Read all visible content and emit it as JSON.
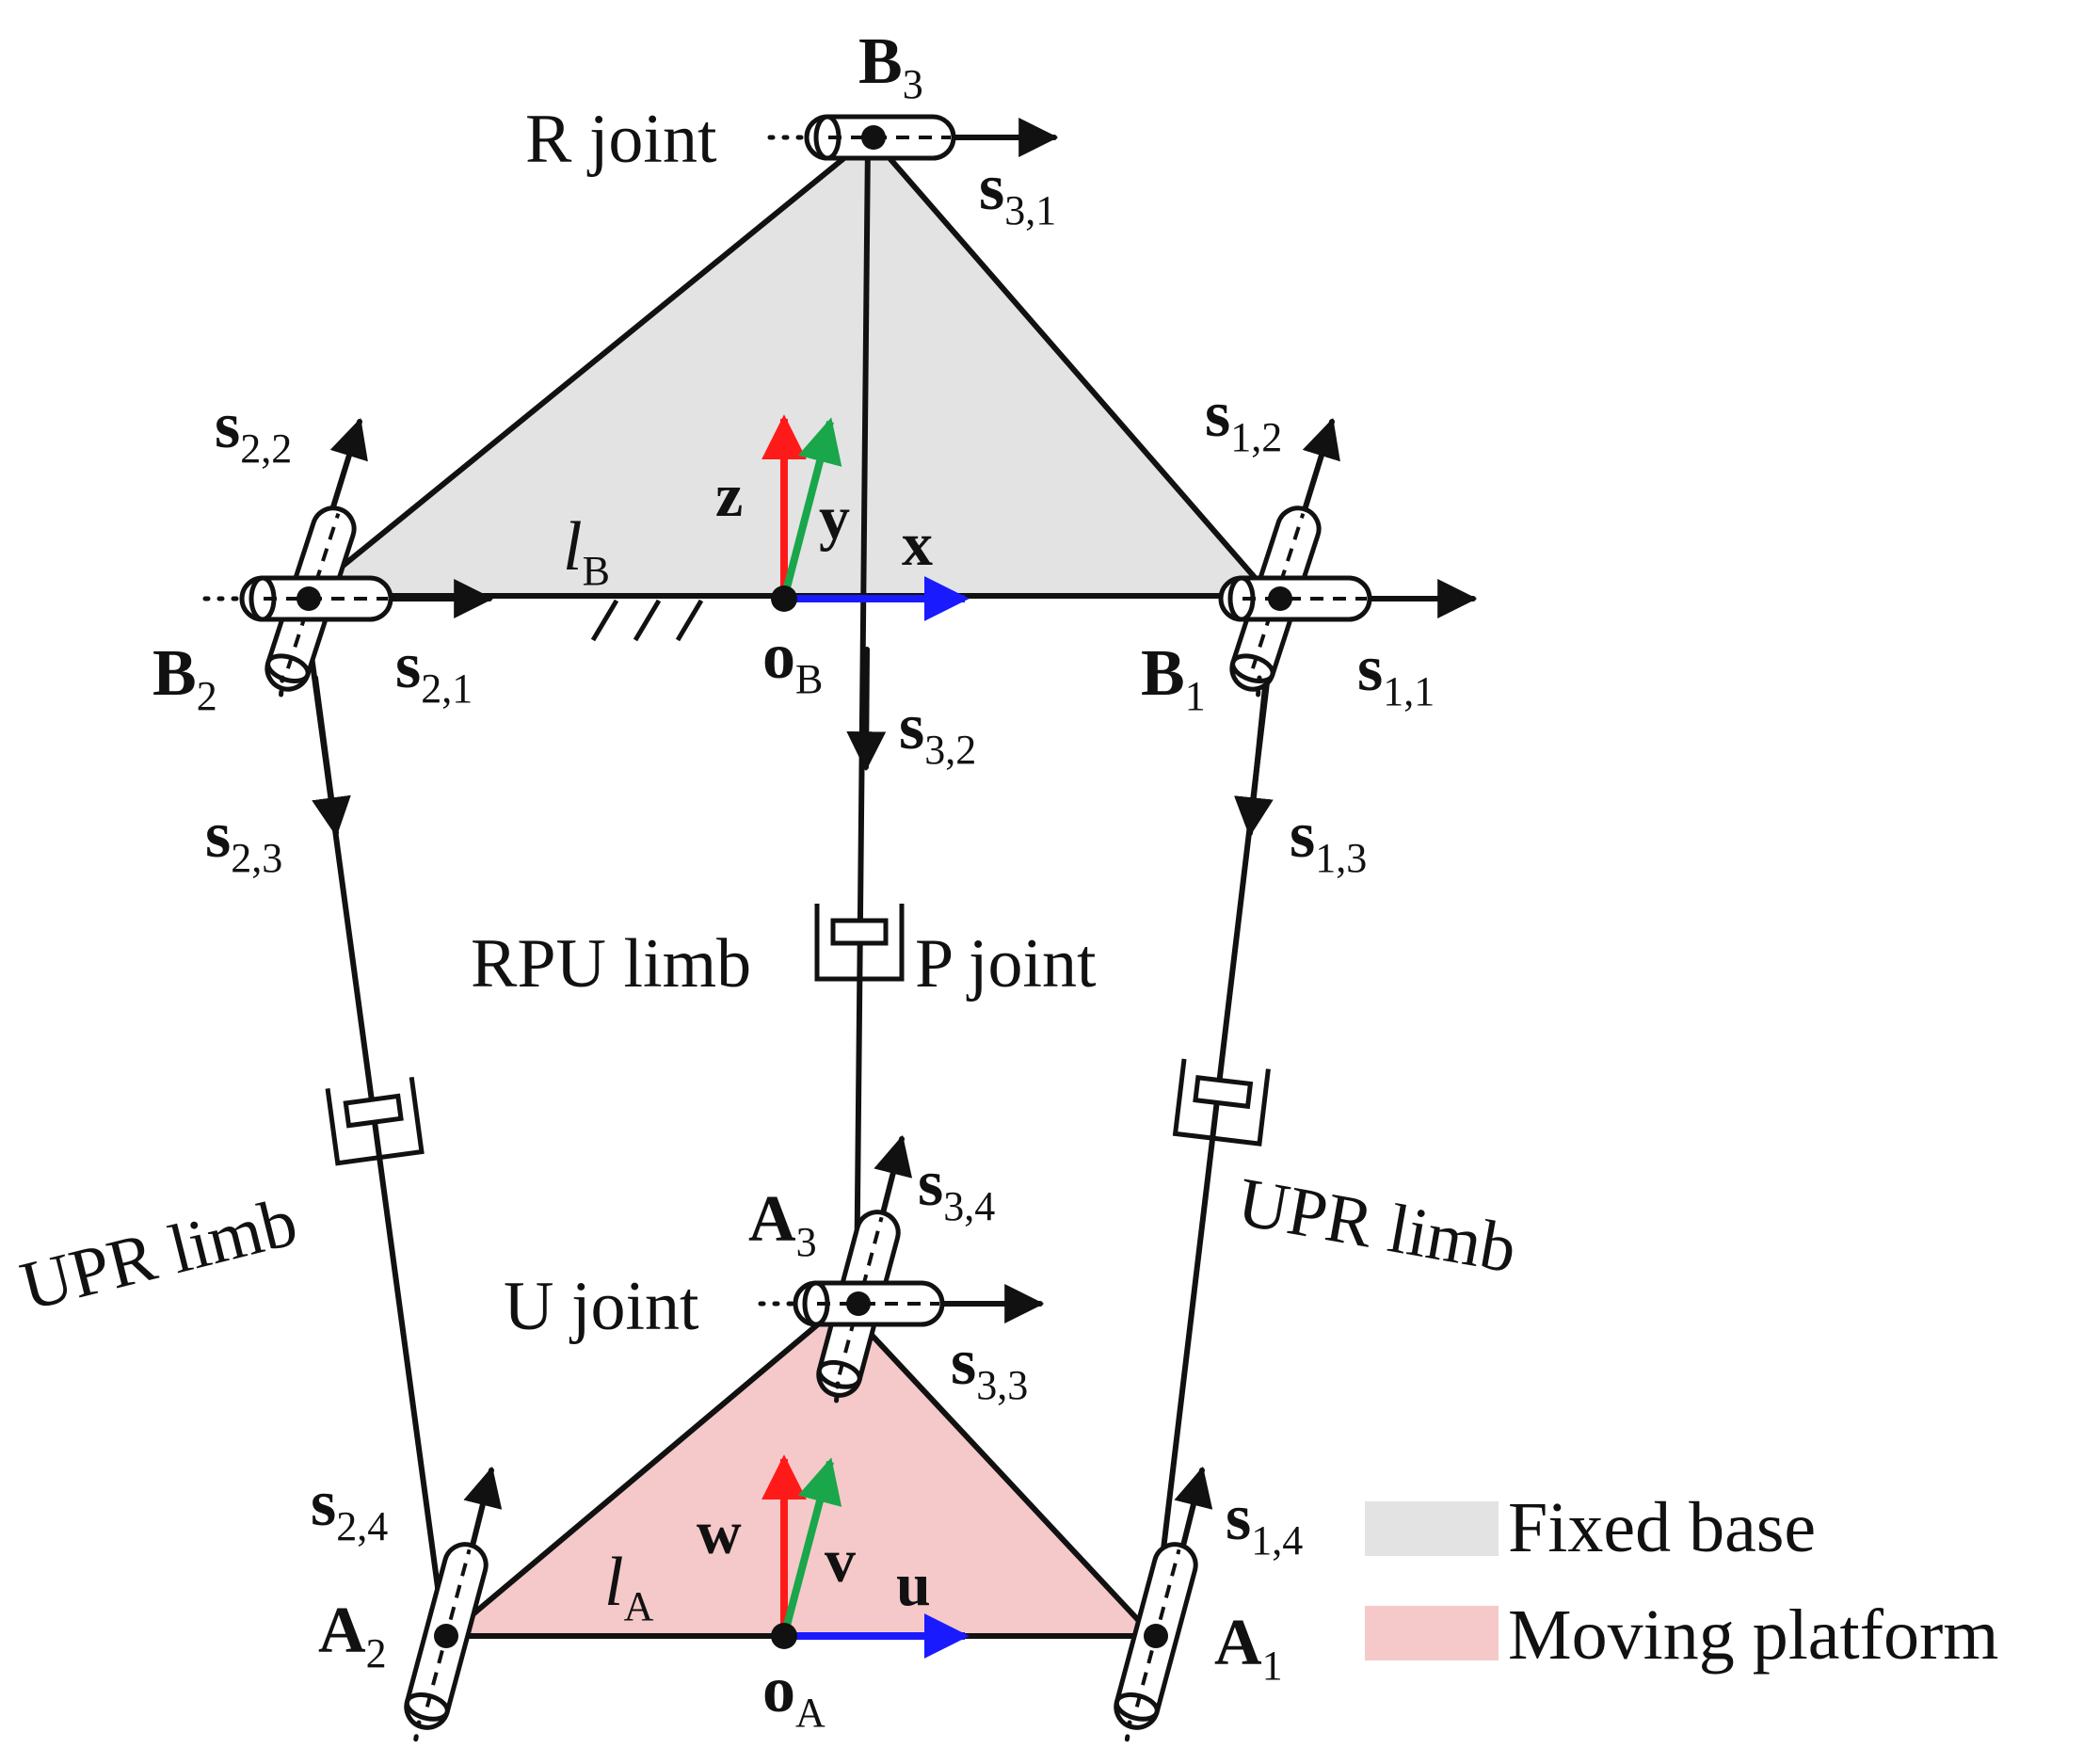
{
  "colors": {
    "fixed_base": "#e3e3e3",
    "moving_platform": "#f5c9c9",
    "x_axis": "#1a1aff",
    "z_axis": "#ff1a1a",
    "y_axis": "#1aa64b",
    "line": "#111111"
  },
  "points": {
    "B1": {
      "letter": "B",
      "sub": "1"
    },
    "B2": {
      "letter": "B",
      "sub": "2"
    },
    "B3": {
      "letter": "B",
      "sub": "3"
    },
    "A1": {
      "letter": "A",
      "sub": "1"
    },
    "A2": {
      "letter": "A",
      "sub": "2"
    },
    "A3": {
      "letter": "A",
      "sub": "3"
    },
    "oB": {
      "letter": "o",
      "sub": "B"
    },
    "oA": {
      "letter": "o",
      "sub": "A"
    }
  },
  "screws": {
    "s11": {
      "letter": "s",
      "sub": "1,1"
    },
    "s12": {
      "letter": "s",
      "sub": "1,2"
    },
    "s13": {
      "letter": "s",
      "sub": "1,3"
    },
    "s14": {
      "letter": "s",
      "sub": "1,4"
    },
    "s21": {
      "letter": "s",
      "sub": "2,1"
    },
    "s22": {
      "letter": "s",
      "sub": "2,2"
    },
    "s23": {
      "letter": "s",
      "sub": "2,3"
    },
    "s24": {
      "letter": "s",
      "sub": "2,4"
    },
    "s31": {
      "letter": "s",
      "sub": "3,1"
    },
    "s32": {
      "letter": "s",
      "sub": "3,2"
    },
    "s33": {
      "letter": "s",
      "sub": "3,3"
    },
    "s34": {
      "letter": "s",
      "sub": "3,4"
    }
  },
  "lengths": {
    "lB": {
      "letter": "l",
      "sub": "B"
    },
    "lA": {
      "letter": "l",
      "sub": "A"
    }
  },
  "axes": {
    "base": {
      "x": "x",
      "y": "y",
      "z": "z"
    },
    "platform": {
      "u": "u",
      "v": "v",
      "w": "w"
    }
  },
  "labels": {
    "r_joint": "R joint",
    "p_joint": "P joint",
    "u_joint": "U joint",
    "rpu_limb": "RPU limb",
    "upr_limb_left": "UPR limb",
    "upr_limb_right": "UPR limb"
  },
  "legend": [
    {
      "label": "Fixed base",
      "color": "#e3e3e3"
    },
    {
      "label": "Moving platform",
      "color": "#f5c9c9"
    }
  ]
}
